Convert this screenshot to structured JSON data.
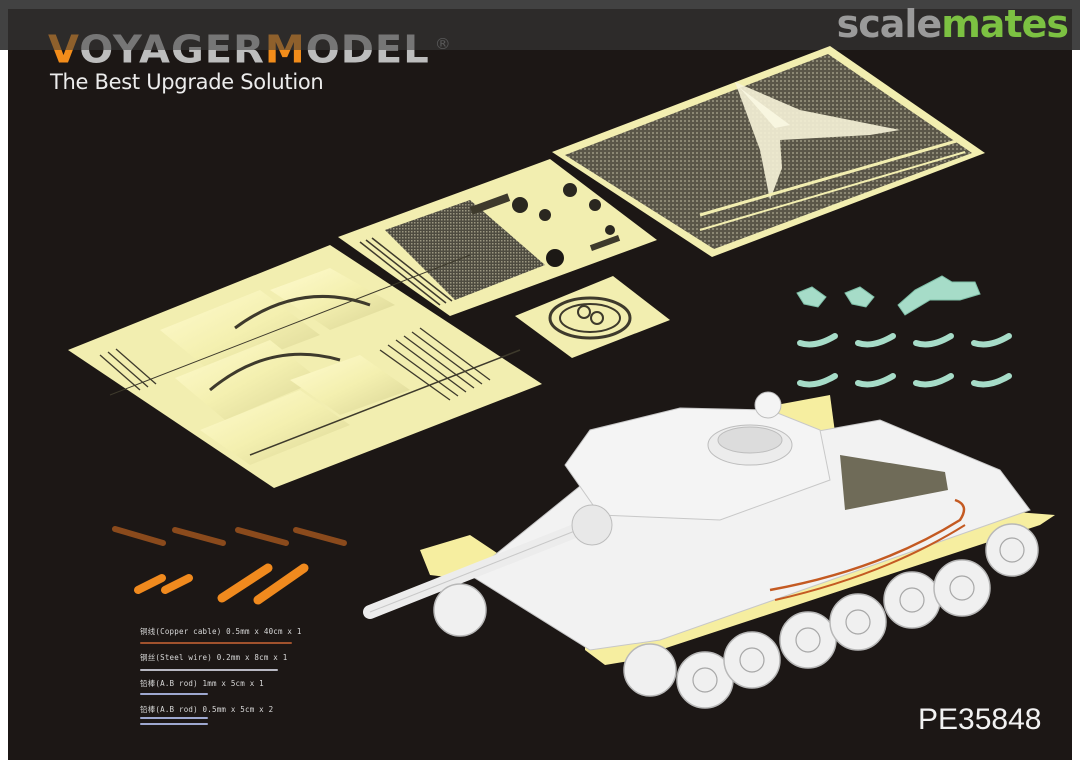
{
  "watermark": {
    "part1": "scale",
    "part2": "mates",
    "color1": "#9a9a9a",
    "color2": "#7cc142"
  },
  "brand": {
    "logo_v": "V",
    "logo_oyager": "OYAGER",
    "logo_m": "M",
    "logo_odel": "ODEL",
    "registered": "®",
    "tagline": "The Best Upgrade Solution",
    "accent_color": "#f28c1a"
  },
  "product_code": "PE35848",
  "parts": {
    "pe_sheets": [
      {
        "name": "large-fret-left",
        "color": "#f3efb3"
      },
      {
        "name": "mesh-fret-center",
        "color": "#f3efb3"
      },
      {
        "name": "mesh-fret-right",
        "color": "#f3efb3"
      },
      {
        "name": "small-fret-hatch-ring",
        "color": "#f3efb3"
      }
    ],
    "resin_parts": {
      "color": "#a6dcc8",
      "brackets": 3,
      "clips": 8
    },
    "springs": {
      "count": 4,
      "color": "#8a4a1c"
    },
    "brass_shells": {
      "count": 2,
      "color": "#f08a1e"
    },
    "brass_rods": {
      "count": 2,
      "color": "#f08a1e"
    }
  },
  "legend": [
    {
      "text": "铜线(Copper cable) 0.5mm x 40cm x 1",
      "line_color": "#a0522d",
      "line_width": 152
    },
    {
      "text": "钢丝(Steel wire) 0.2mm x 8cm x 1",
      "line_color": "#b8b8c2",
      "line_width": 138
    },
    {
      "text": "铅棒(A.B rod) 1mm x 5cm x 1",
      "line_color": "#9ea8d0",
      "line_width": 68
    },
    {
      "text": "铅棒(A.B rod) 0.5mm x 5cm x 2",
      "line_color": "#9ea8d0",
      "line_width": 68
    }
  ]
}
